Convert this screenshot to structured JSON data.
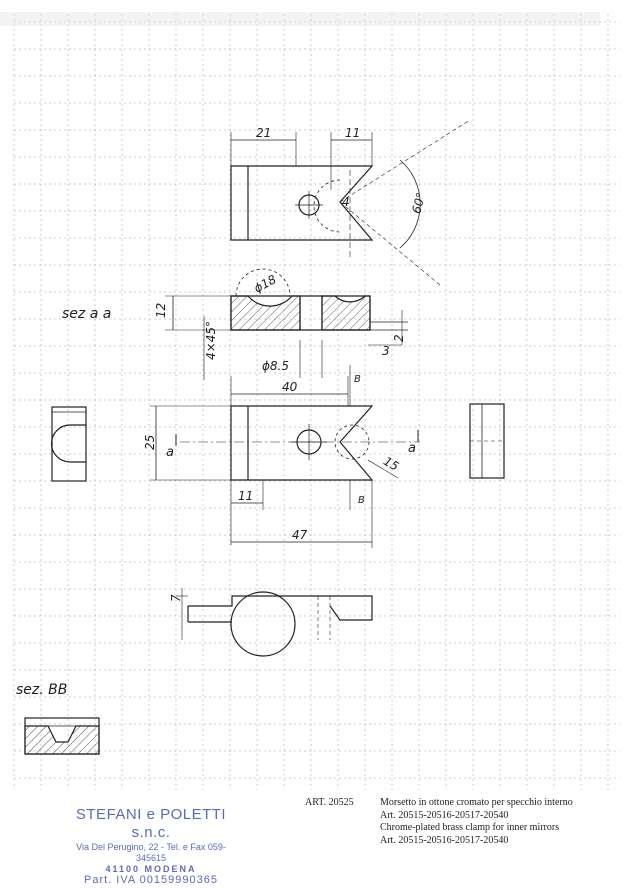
{
  "drawing": {
    "section_labels": {
      "aa": "sez a a",
      "bb": "sez. BB"
    },
    "dimensions": {
      "d21": "21",
      "d11_top": "11",
      "d60": "60°",
      "d4": "4",
      "d18": "ϕ18",
      "d12": "12",
      "d4x45": "4×45°",
      "d8_5": "ϕ8.5",
      "d3": "3",
      "d2": "2",
      "d40": "40",
      "d25": "25",
      "d15": "15",
      "d11_bottom": "11",
      "d47": "47",
      "d7": "7"
    },
    "markers": {
      "a_left": "a",
      "a_right": "a",
      "b_top": "B",
      "b_bottom": "B"
    }
  },
  "stamp": {
    "company": "STEFANI e POLETTI s.n.c.",
    "address": "Via Del Perugino, 22 - Tel. e Fax 059-345615",
    "city": "41100 MODENA",
    "vat": "Part. IVA 00159990365"
  },
  "title_block": {
    "article": "ART. 20525",
    "desc_it": "Morsetto in ottone cromato per specchio interno",
    "art_list_1": "Art. 20515-20516-20517-20540",
    "desc_en": "Chrome-plated brass clamp for inner mirrors",
    "art_list_2": "Art. 20515-20516-20517-20540"
  }
}
